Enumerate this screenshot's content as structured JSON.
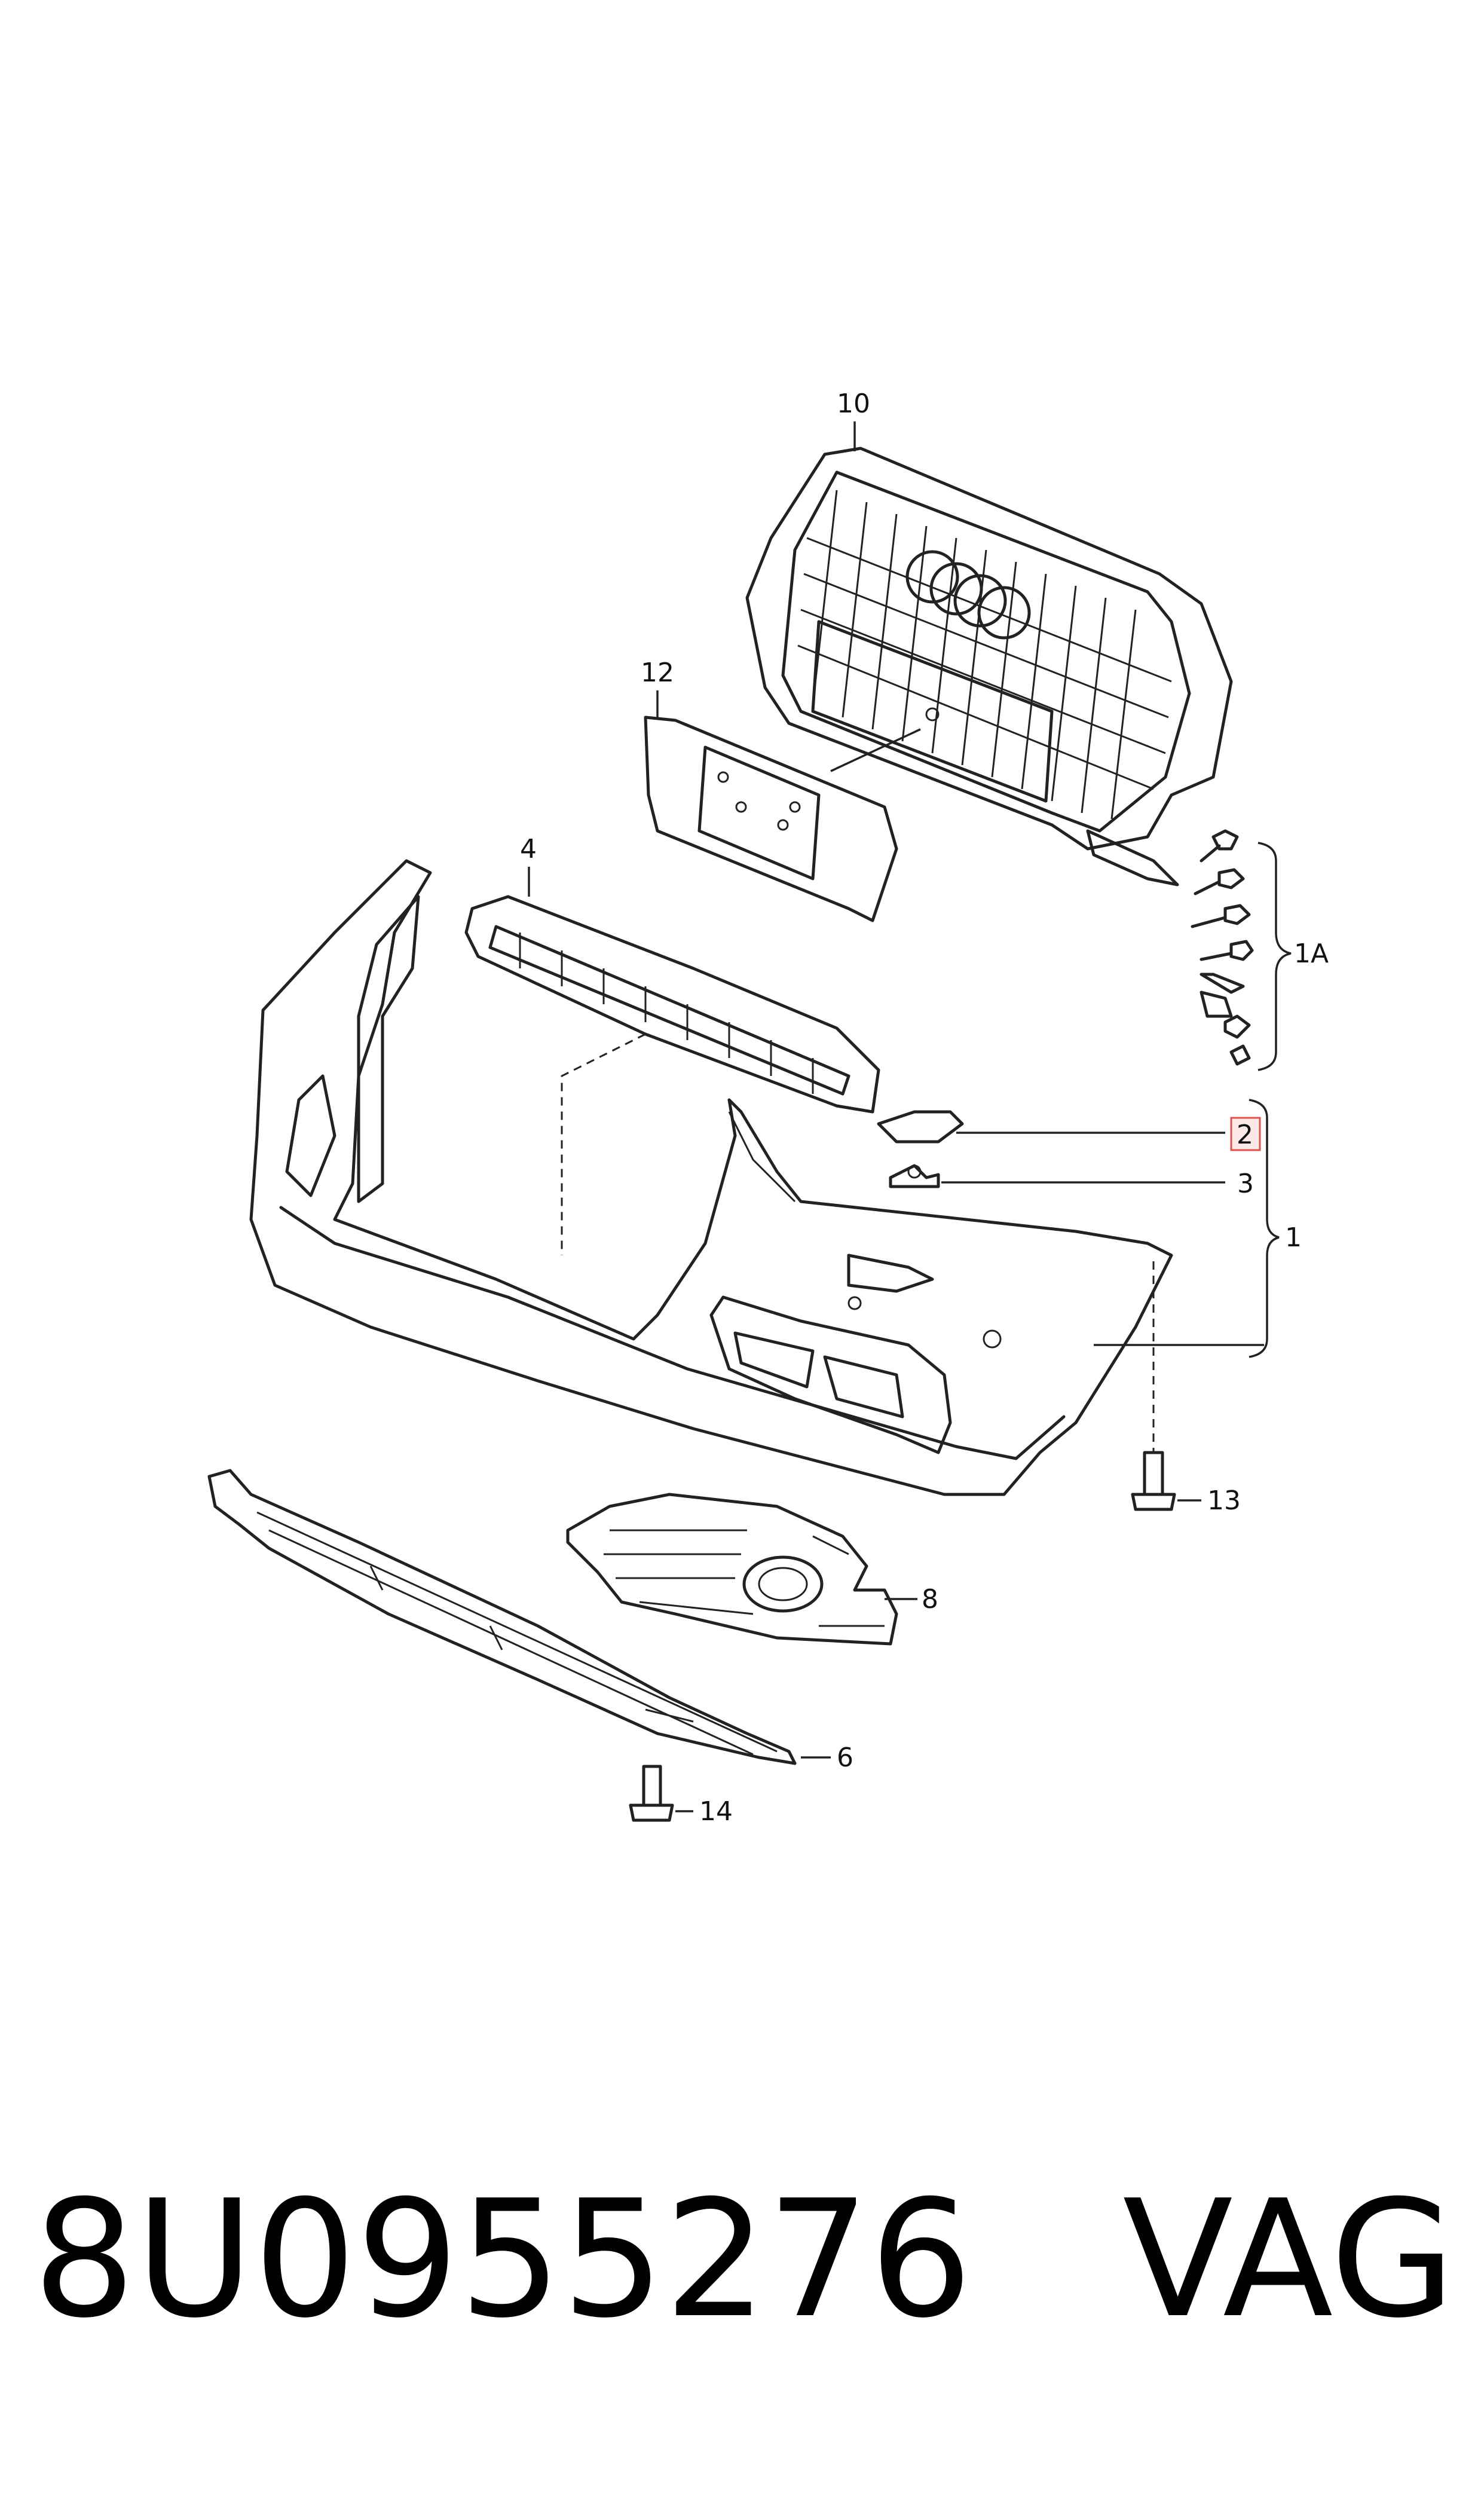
{
  "diagram": {
    "callouts": {
      "c10": "10",
      "c12": "12",
      "c4": "4",
      "c1A": "1A",
      "c2": "2",
      "c3": "3",
      "c1": "1",
      "c13": "13",
      "c8": "8",
      "c6": "6",
      "c14": "14"
    },
    "highlighted_callout": "2",
    "colors": {
      "line": "#222222",
      "highlight_box": "#d9534f",
      "highlight_fill": "#fde8e8"
    }
  },
  "footer": {
    "part_number": "8U0955276",
    "brand": "VAG"
  }
}
